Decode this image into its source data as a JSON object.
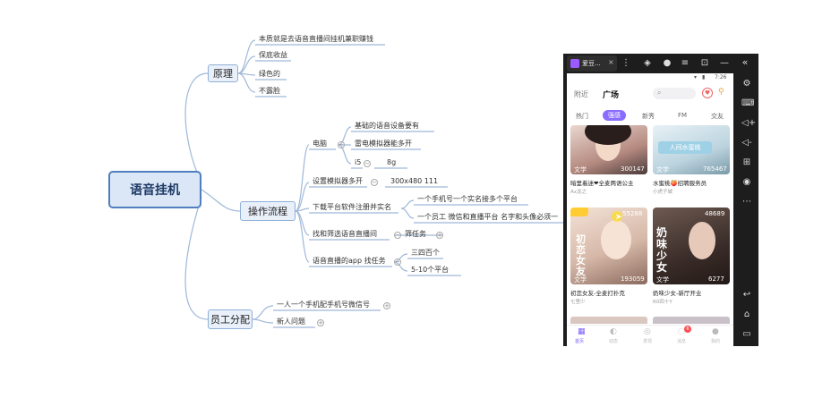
{
  "mindmap": {
    "root": "语音挂机",
    "branches": {
      "principle": {
        "label": "原理",
        "items": [
          "本质就是去语音直播间挂机兼职赚钱",
          "保底收益",
          "绿色的",
          "不露脸"
        ]
      },
      "process": {
        "label": "操作流程",
        "computer": {
          "label": "电脑",
          "items": [
            "基础的语音设备要有",
            "雷电模拟器能多开"
          ],
          "spec_a": "i5",
          "spec_b": "8g"
        },
        "emulator": {
          "label": "设置模拟器多开",
          "value": "300x480  111"
        },
        "download": {
          "label": "下载平台软件注册并实名",
          "items": [
            "一个手机号一个实名接多个平台",
            "一个员工  微信和直播平台  名字和头像必须一"
          ]
        },
        "find": {
          "label": "找和筛选语音直播间",
          "value": "筛任务"
        },
        "app": {
          "label": "语音直播的app 找任务",
          "items": [
            "三四百个",
            "5-10个平台"
          ]
        }
      },
      "staff": {
        "label": "员工分配",
        "items": [
          "一人一个手机配手机号微信号",
          "新人问题"
        ]
      }
    }
  },
  "emulator": {
    "tab_title": "爱豆...",
    "tab_close": "×",
    "statusbar": {
      "time": "7:26"
    },
    "nav": {
      "tab_nearby": "附近",
      "tab_square": "广场"
    },
    "categories": [
      "热门",
      "强感",
      "新秀",
      "FM",
      "交友"
    ],
    "active_category_index": 1,
    "cards": [
      {
        "title": "暗里着迷❤全麦两语公主",
        "host": "Ax龙之",
        "badge": "文学",
        "count": "300147"
      },
      {
        "title": "水蜜桃🍑招聘服务员",
        "host": "小虎子城",
        "badge": "文学",
        "count": "765467"
      },
      {
        "title": "初恋女友-全麦打扑克",
        "host": "七里少",
        "badge": "文学",
        "count": "193059",
        "art": "初恋女友",
        "tag": "55288"
      },
      {
        "title": "奶味少女-新厅开业",
        "host": "R0四十Y",
        "badge": "文学",
        "count": "6277",
        "art": "奶味少女",
        "tag": "48689"
      }
    ],
    "banner_text": "人间水蜜桃",
    "bottom_nav": [
      "首页",
      "动态",
      "发现",
      "消息",
      "我的"
    ],
    "message_badge": "6"
  },
  "icons": {
    "search": "search-icon",
    "heart": "heart-icon",
    "location": "location-icon",
    "battery": "battery-icon",
    "wifi": "wifi-icon"
  },
  "colors": {
    "root_border": "#4f7fbf",
    "node_fill": "#e9f0fa",
    "connector": "#9fb8d8",
    "accent_purple": "#7b5cff",
    "emulator_bg": "#1c1c1c"
  }
}
